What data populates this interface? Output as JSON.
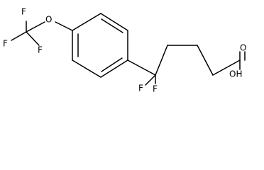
{
  "molecule": {
    "atoms": {
      "f1": "F",
      "f2": "F",
      "f3": "F",
      "o_ether": "O",
      "f4": "F",
      "f5": "F",
      "o_carbonyl": "O",
      "oh": "OH"
    }
  }
}
